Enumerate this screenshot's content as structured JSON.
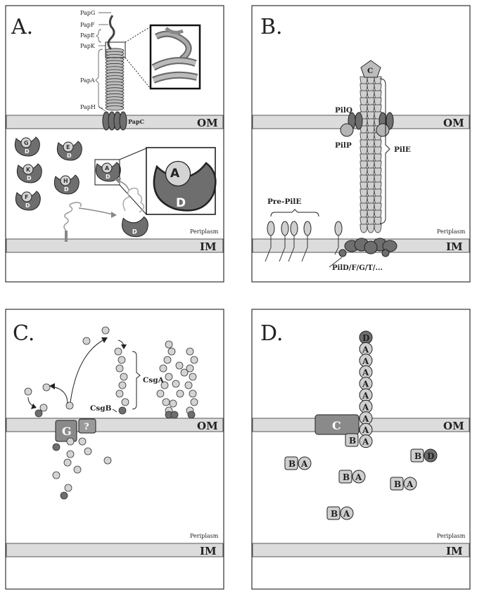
{
  "panels": {
    "a": {
      "letter": "A.",
      "om": "OM",
      "im": "IM",
      "periplasm": "Periplasm",
      "rod_labels": [
        "PapG",
        "PapF",
        "PapE",
        "PapK",
        "PapA",
        "PapH"
      ],
      "usher": "PapC",
      "chaperone": "D",
      "subunits": [
        "G",
        "E",
        "K",
        "H",
        "A",
        "F"
      ],
      "inset_subunit": "A",
      "inset_chaperone": "D"
    },
    "b": {
      "letter": "B.",
      "om": "OM",
      "im": "IM",
      "periplasm": "Periplasm",
      "tip": "C",
      "pilq": "PilQ",
      "pilp": "PilP",
      "pile": "PilE",
      "prepile": "Pre-PilE",
      "machinery": "PilD/F/G/T/..."
    },
    "c": {
      "letter": "C.",
      "om": "OM",
      "im": "IM",
      "periplasm": "Periplasm",
      "csga": "CsgA",
      "csgb": "CsgB",
      "g": "G",
      "q": "?"
    },
    "d": {
      "letter": "D.",
      "om": "OM",
      "im": "IM",
      "periplasm": "Periplasm",
      "c": "C",
      "b": "B",
      "a": "A",
      "d": "D"
    }
  },
  "colors": {
    "dark": "#6e6e6e",
    "light": "#cfcfcf",
    "membrane": "#dcdcdc",
    "outline": "#333333"
  }
}
